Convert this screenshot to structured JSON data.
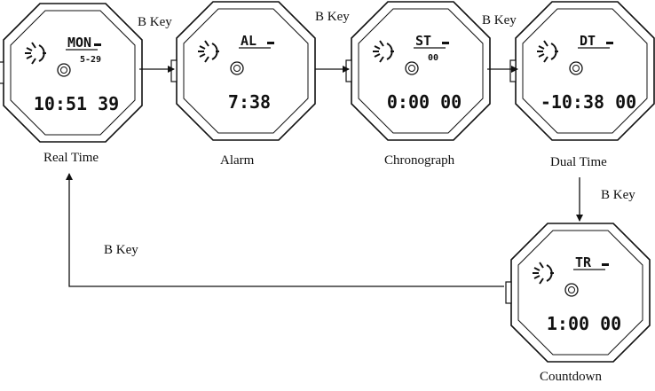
{
  "key_label": "B Key",
  "modes": [
    {
      "id": "real-time",
      "label": "Real Time",
      "top_text": "MON",
      "sub_text": "5-29",
      "time_text": "10:51 39"
    },
    {
      "id": "alarm",
      "label": "Alarm",
      "top_text": "AL",
      "sub_text": "",
      "time_text": "7:38"
    },
    {
      "id": "chronograph",
      "label": "Chronograph",
      "top_text": "ST",
      "sub_text": "00",
      "time_text": "0:00 00"
    },
    {
      "id": "dual-time",
      "label": "Dual Time",
      "top_text": "DT",
      "sub_text": "",
      "time_text": "-10:38 00"
    },
    {
      "id": "countdown",
      "label": "Countdown",
      "top_text": "TR",
      "sub_text": "",
      "time_text": "1:00 00"
    }
  ]
}
